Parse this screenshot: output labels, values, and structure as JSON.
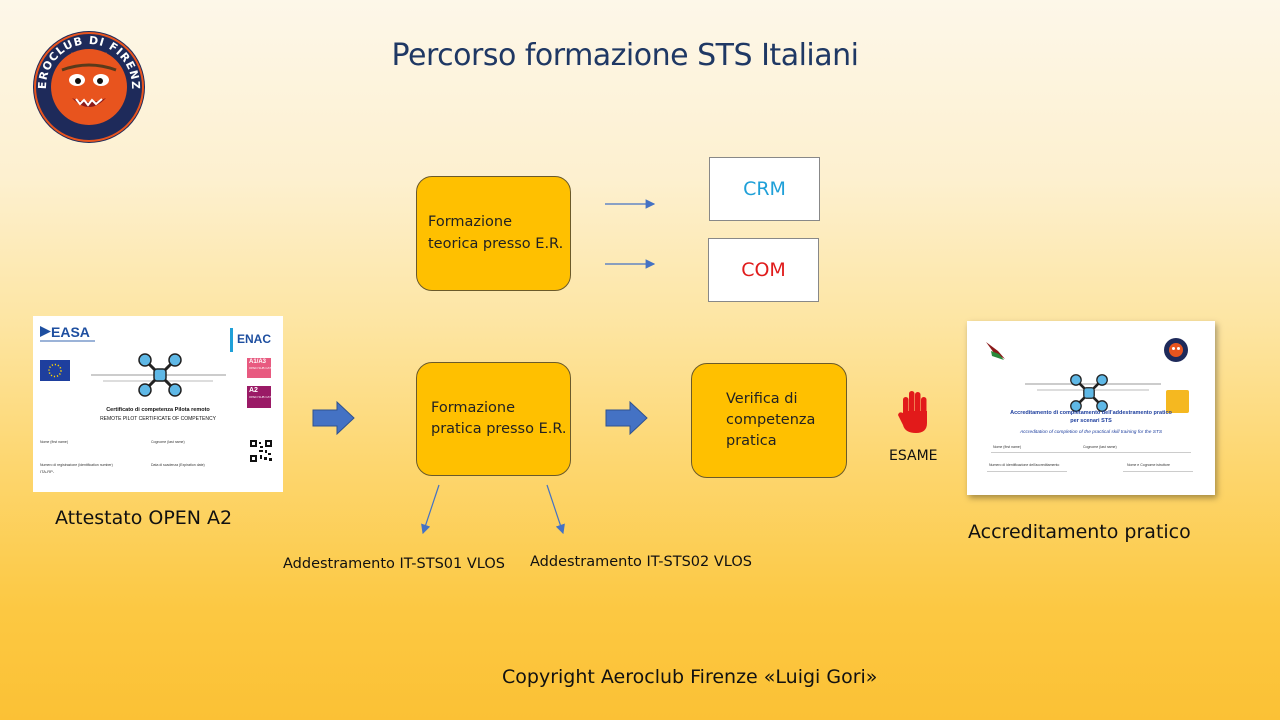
{
  "title": "Percorso formazione STS Italiani",
  "logo": {
    "text": "AEROCLUB DI FIRENZE",
    "colors": {
      "ring": "#1e2a5a",
      "face": "#e8541e",
      "text": "#ffffff"
    }
  },
  "boxes": {
    "teorica": {
      "line1": "Formazione",
      "line2": "teorica presso E.R."
    },
    "pratica": {
      "line1": "Formazione",
      "line2": "pratica presso E.R."
    },
    "verifica": {
      "line1": "Verifica di",
      "line2": "competenza",
      "line3": "pratica"
    }
  },
  "modules": {
    "crm": {
      "label": "CRM",
      "color": "#1fa0d8"
    },
    "com": {
      "label": "COM",
      "color": "#e01b1b"
    }
  },
  "labels": {
    "attestato": "Attestato OPEN A2",
    "accreditamento": "Accreditamento pratico",
    "sts01": "Addestramento IT-STS01 VLOS",
    "sts02": "Addestramento IT-STS02 VLOS",
    "esame": "ESAME",
    "copyright": "Copyright Aeroclub Firenze «Luigi Gori»"
  },
  "cert_a2": {
    "easa": "EASA",
    "enac": "ENAC",
    "badge1": "A1/A3",
    "badge1_sub": "OPEN SUB CATEGORY",
    "badge2": "A2",
    "badge2_sub": "OPEN SUB CATEGORY",
    "title_it": "Certificato di competenza Pilota remoto",
    "title_en": "REMOTE PILOT CERTIFICATE OF COMPETENCY",
    "field_name": "Nome (first name)",
    "field_surname": "Cognome (last name)",
    "field_reg": "Numero di registrazione (identification number)",
    "field_reg_value": "ITA-RP-",
    "field_exp": "Data di scadenza (Expiration date)"
  },
  "cert_sts": {
    "title_it": "Accreditamento di completamento dell'addestramento pratico",
    "title_it2": "per scenari STS",
    "title_en": "Accreditation of completion of the practical skill training for the STS",
    "field_name": "Nome (first name)",
    "field_surname": "Cognome (last name)",
    "field_id": "Numero di identificazione dell'accreditamento",
    "field_sign": "Nome e Cognome istruttore"
  },
  "colors": {
    "box_fill": "#ffc000",
    "arrow_blue": "#4472c4",
    "title_color": "#1f3864",
    "stop_hand": "#e21a1a"
  },
  "icons": [
    "drone-icon",
    "stop-hand-icon",
    "eu-flag-icon",
    "qr-code-icon"
  ]
}
